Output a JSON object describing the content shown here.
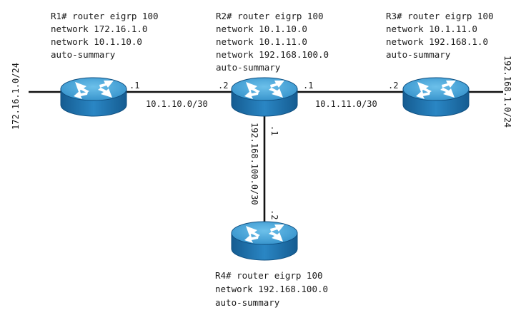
{
  "routers": {
    "r1": {
      "config": [
        "R1# router eigrp 100",
        "network 172.16.1.0",
        "network 10.1.10.0",
        "auto-summary"
      ]
    },
    "r2": {
      "config": [
        "R2# router eigrp 100",
        "network 10.1.10.0",
        "network 10.1.11.0",
        "network 192.168.100.0",
        "auto-summary"
      ]
    },
    "r3": {
      "config": [
        "R3# router eigrp 100",
        "network 10.1.11.0",
        "network 192.168.1.0",
        "auto-summary"
      ]
    },
    "r4": {
      "config": [
        "R4# router eigrp 100",
        "network 192.168.100.0",
        "auto-summary"
      ]
    }
  },
  "links": {
    "r1_r2": {
      "subnet": "10.1.10.0/30",
      "r1_end": ".1",
      "r2_end": ".2"
    },
    "r2_r3": {
      "subnet": "10.1.11.0/30",
      "r2_end": ".1",
      "r3_end": ".2"
    },
    "r2_r4": {
      "subnet": "192.168.100.0/30",
      "r2_end": ".1",
      "r4_end": ".2"
    }
  },
  "lans": {
    "r1_lan": "172.16.1.0/24",
    "r3_lan": "192.168.1.0/24"
  },
  "colors": {
    "router_top": "#4aa3d6",
    "router_side": "#1f6fa8",
    "router_outline": "#0f4f80",
    "arrow": "#ffffff"
  }
}
